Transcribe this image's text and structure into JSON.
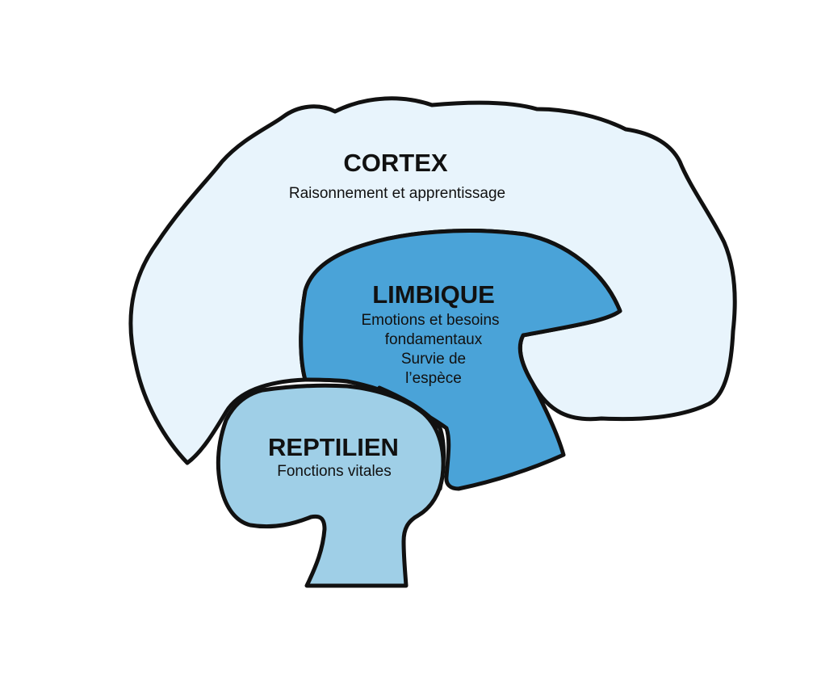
{
  "regions": {
    "cortex": {
      "title": "CORTEX",
      "description": [
        "Raisonnement et apprentissage"
      ],
      "fill": "#e8f4fc"
    },
    "limbique": {
      "title": "LIMBIQUE",
      "description": [
        "Emotions et besoins",
        "fondamentaux",
        "Survie de",
        "l’espèce"
      ],
      "fill": "#4aa3d8"
    },
    "reptilien": {
      "title": "REPTILIEN",
      "description": [
        "Fonctions vitales"
      ],
      "fill": "#9fcfe7"
    }
  },
  "colors": {
    "outline": "#111111",
    "background": "#ffffff"
  }
}
